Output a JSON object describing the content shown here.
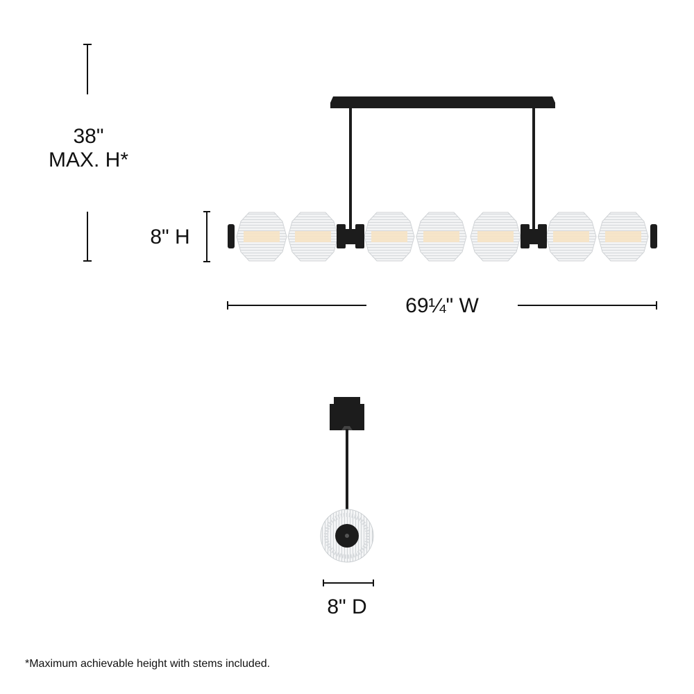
{
  "dimensions": {
    "max_height_value": "38\"",
    "max_height_label": "MAX. H*",
    "height": "8\" H",
    "width": "69¼\" W",
    "depth": "8\" D"
  },
  "footnote": "*Maximum achievable height with stems included.",
  "colors": {
    "finish": "#1c1c1c",
    "glass": "#eef0f1",
    "glow": "#f6e3c4"
  }
}
